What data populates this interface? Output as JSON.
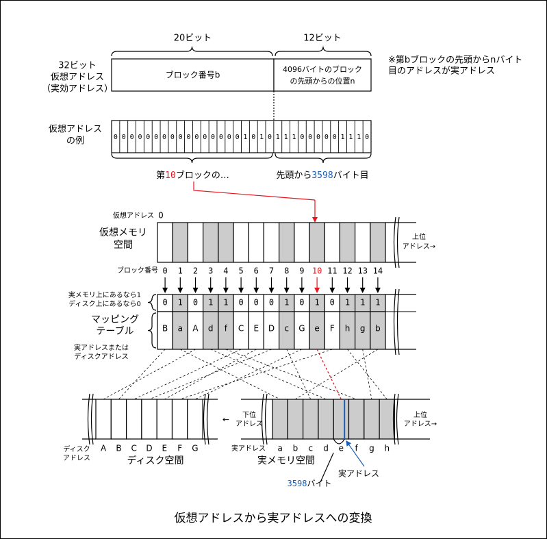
{
  "caption": "仮想アドレスから実アドレスへの変換",
  "colors": {
    "red": "#e8141e",
    "blue": "#1a5fb4",
    "gray": "#cccccc",
    "line": "#000000"
  },
  "top": {
    "bits_high": "20ビット",
    "bits_low": "12ビット",
    "row_label": [
      "32ビット",
      "仮想アドレス",
      "（実効アドレス）"
    ],
    "field_block": "ブロック番号b",
    "field_offset": [
      "4096バイトのブロック",
      "の先頭からの位置n"
    ],
    "note": [
      "※第bブロックの先頭からnバイト",
      "目のアドレスが実アドレス"
    ]
  },
  "example": {
    "row_label": [
      "仮想アドレス",
      "の例"
    ],
    "bits": [
      "0",
      "0",
      "0",
      "0",
      "0",
      "0",
      "0",
      "0",
      "0",
      "0",
      "0",
      "0",
      "0",
      "0",
      "0",
      "0",
      "1",
      "0",
      "1",
      "0",
      "1",
      "1",
      "1",
      "0",
      "0",
      "0",
      "0",
      "0",
      "1",
      "1",
      "1",
      "0"
    ],
    "left_label": {
      "pre": "第",
      "num": "10",
      "post": "ブロックの…"
    },
    "right_label": {
      "pre": "先頭から",
      "num": "3598",
      "post": "バイト目"
    }
  },
  "vmem": {
    "origin_label": "仮想アドレス",
    "origin_value": "0",
    "title": [
      "仮想メモリ",
      "空間"
    ],
    "upper": [
      "上位",
      "アドレス→"
    ],
    "shaded": [
      false,
      true,
      false,
      true,
      true,
      false,
      false,
      false,
      true,
      false,
      true,
      false,
      true,
      false,
      true
    ]
  },
  "table": {
    "block_label": "ブロック番号",
    "block_numbers": [
      "0",
      "1",
      "2",
      "3",
      "4",
      "5",
      "6",
      "7",
      "8",
      "9",
      "10",
      "11",
      "12",
      "13",
      "14"
    ],
    "flags": [
      "0",
      "1",
      "0",
      "1",
      "1",
      "0",
      "0",
      "0",
      "1",
      "0",
      "1",
      "0",
      "1",
      "1",
      "1"
    ],
    "entries": [
      "B",
      "a",
      "A",
      "d",
      "f",
      "C",
      "E",
      "D",
      "c",
      "G",
      "e",
      "F",
      "h",
      "g",
      "b"
    ],
    "flag_note": [
      "実メモリ上にあるなら1",
      "ディスク上にあるなら0"
    ],
    "title": [
      "マッピング",
      "テーブル"
    ],
    "entry_note": [
      "実アドレスまたは",
      "ディスクアドレス"
    ]
  },
  "disk": {
    "cells": [
      "A",
      "B",
      "C",
      "D",
      "E",
      "F",
      "G"
    ],
    "addr_label": [
      "ディスク",
      "アドレス"
    ],
    "title": "ディスク空間"
  },
  "real": {
    "cells": [
      "a",
      "b",
      "c",
      "d",
      "e",
      "f",
      "g",
      "h"
    ],
    "lower": [
      "下位",
      "アドレス"
    ],
    "arrow_left": "←",
    "upper": [
      "上位",
      "アドレス→"
    ],
    "addr_label": "実アドレス",
    "title": "実メモリ空間",
    "pointer_label": "実アドレス",
    "offset": {
      "num": "3598",
      "post": "バイト"
    }
  }
}
